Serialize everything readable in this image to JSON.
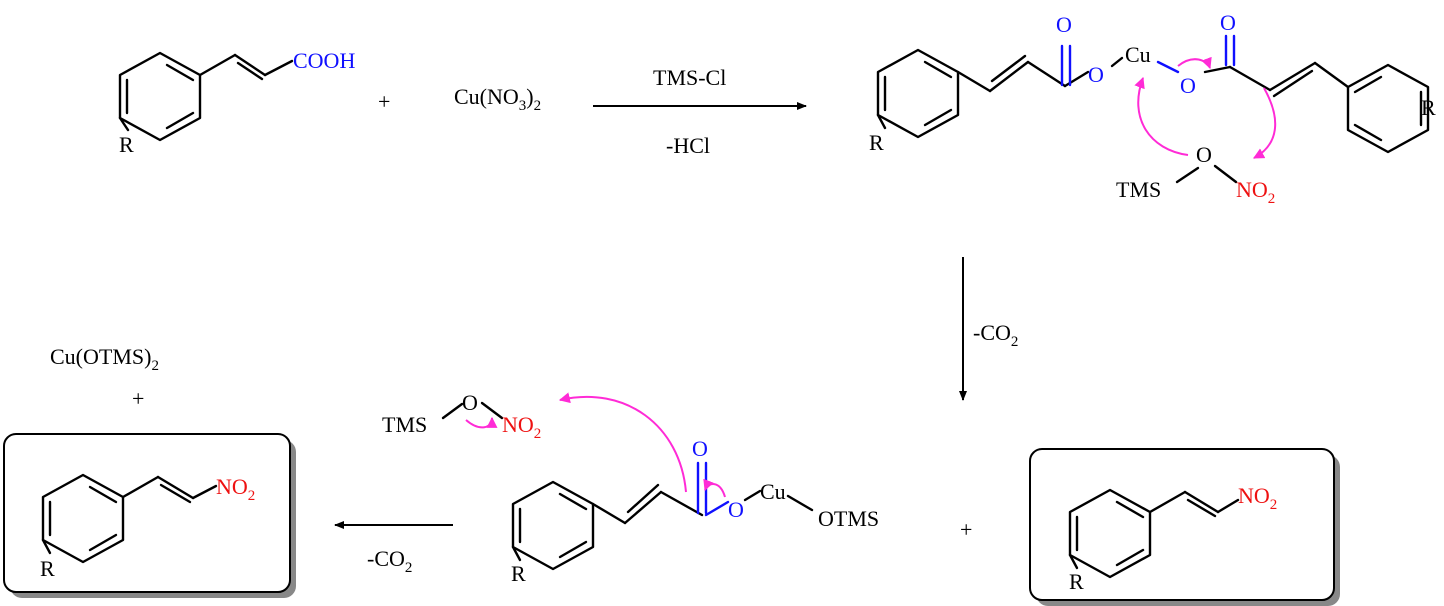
{
  "colors": {
    "black": "#000000",
    "heteroatom_blue": "#1010ff",
    "nitro_red": "#ee1111",
    "curly_arrow_magenta": "#ff2bd6",
    "box_shadow": "#888888"
  },
  "labels": {
    "R": "R",
    "COOH": "COOH",
    "plus": "+",
    "cu_nitrate_main": "Cu(NO",
    "sub3": "3",
    "paren_close": ")",
    "sub2": "2",
    "tms_cl": "TMS-Cl",
    "minus_hcl": "-HCl",
    "O": "O",
    "Cu": "Cu",
    "TMS": "TMS",
    "NO": "NO",
    "minus_co_main": "-CO",
    "otms": "OTMS",
    "cu_otms_main": "Cu(OTMS)"
  }
}
